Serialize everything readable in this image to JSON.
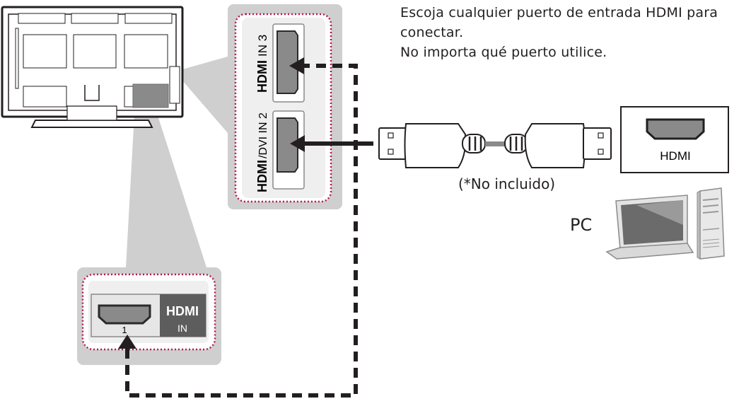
{
  "instructions": {
    "line1": "Escoja cualquier puerto de entrada HDMI para",
    "line2": "conectar.",
    "line3": "No importa qué puerto utilice."
  },
  "side_panel": {
    "port_top_logo": "HDMI",
    "port_top_label": "IN 3",
    "port_bottom_logo": "HDMI",
    "port_bottom_label": "/DVI IN 2"
  },
  "rear_panel": {
    "logo": "HDMI",
    "label": "IN",
    "port_number": "1"
  },
  "cable": {
    "note": "(*No incluido)"
  },
  "pc_port": {
    "label": "HDMI"
  },
  "pc": {
    "label": "PC"
  },
  "colors": {
    "panel_gray": "#cfcfcf",
    "dotted_frame": "#b5174f",
    "arrow": "#231f20",
    "port_fill": "#8a8a8a"
  },
  "icons": [
    "tv-back-icon",
    "hdmi-port-icon",
    "hdmi-cable-icon",
    "laptop-icon",
    "desktop-tower-icon",
    "arrow-icon"
  ]
}
